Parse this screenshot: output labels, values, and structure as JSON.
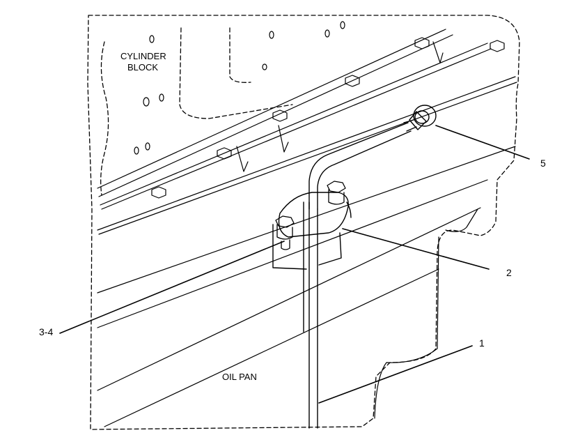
{
  "labels": {
    "cylinder_block_line1": "CYLINDER",
    "cylinder_block_line2": "BLOCK",
    "oil_pan": "OIL PAN"
  },
  "callouts": {
    "c1": "1",
    "c2": "2",
    "c34": "3-4",
    "c5": "5"
  },
  "colors": {
    "line": "#000000",
    "background": "#ffffff"
  }
}
